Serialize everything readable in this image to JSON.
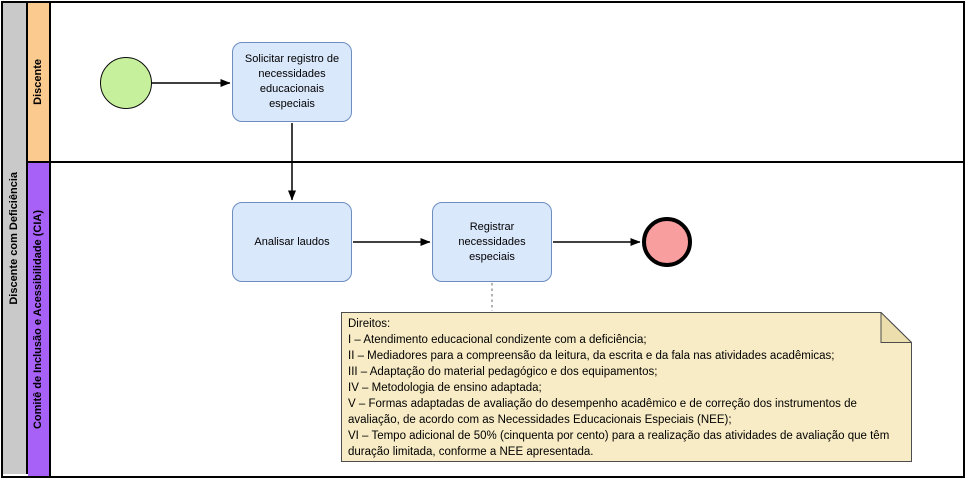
{
  "pool": {
    "name": "Discente com Deficiência",
    "lanes": [
      {
        "label": "Discente"
      },
      {
        "label": "Comitê de Inclusão e Acessibilidade (CIA)"
      }
    ]
  },
  "process": {
    "start_event_shape": "green-circle-start-event",
    "end_event_shape": "red-thick-circle-end-event",
    "tasks": [
      {
        "label": "Solicitar registro de necessidades educacionais especiais"
      },
      {
        "label": "Analisar laudos"
      },
      {
        "label": "Registrar necessidades especiais"
      }
    ]
  },
  "note": {
    "title": "Direitos:",
    "items": [
      "I – Atendimento educacional condizente com a deficiência;",
      "II – Mediadores para a compreensão da leitura, da escrita e da fala nas atividades acadêmicas;",
      "III – Adaptação do material pedagógico e dos equipamentos;",
      "IV – Metodologia de ensino adaptada;",
      "V – Formas adaptadas de avaliação do desempenho acadêmico e de correção dos instrumentos de avaliação, de acordo com as Necessidades Educacionais Especiais (NEE);",
      "VI – Tempo adicional de 50% (cinquenta por cento) para a realização das atividades de avaliação que têm duração limitada, conforme a NEE apresentada."
    ]
  },
  "colors": {
    "pool_bar": "#c9c9c9",
    "lane_discente": "#fbca8f",
    "lane_cia": "#a761f7",
    "task_fill": "#dae8fc",
    "task_border": "#6c8ebf",
    "start_fill": "#c7f09d",
    "end_fill": "#f89e9e",
    "note_fill": "#f8ecc6",
    "note_fold": "#ecdfad"
  }
}
